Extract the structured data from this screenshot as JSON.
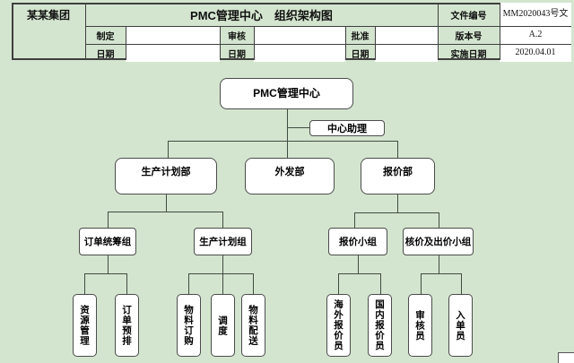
{
  "colors": {
    "background": "#d4e5cf",
    "box_fill": "#ffffff",
    "grid_line": "#3f3f3f",
    "connector_line": "#424c42"
  },
  "header": {
    "company": "某某集团",
    "title": "PMC管理中心　组织架构图",
    "made_label": "制定",
    "review_label": "审核",
    "approve_label": "批准",
    "date_label_1": "日期",
    "date_label_2": "日期",
    "date_label_3": "日期",
    "doc_no_label": "文件编号",
    "doc_no_value": "MM2020043号文",
    "version_label": "版本号",
    "version_value": "A.2",
    "impl_date_label": "实施日期",
    "impl_date_value": "2020.04.01"
  },
  "org_chart": {
    "root": {
      "label": "PMC管理中心"
    },
    "assistant": {
      "label": "中心助理"
    },
    "departments": [
      {
        "label": "生产计划部",
        "teams": [
          {
            "label": "订单统筹组",
            "roles": [
              {
                "label": "资源管理"
              },
              {
                "label": "订单预排"
              }
            ]
          },
          {
            "label": "生产计划组",
            "roles": [
              {
                "label": "物料订购"
              },
              {
                "label": "调度"
              },
              {
                "label": "物料配送"
              }
            ]
          }
        ]
      },
      {
        "label": "外发部",
        "teams": []
      },
      {
        "label": "报价部",
        "teams": [
          {
            "label": "报价小组",
            "roles": [
              {
                "label": "海外报价员"
              },
              {
                "label": "国内报价员"
              }
            ]
          },
          {
            "label": "核价及出价小组",
            "roles": [
              {
                "label": "审核员"
              },
              {
                "label": "入单员"
              }
            ]
          }
        ]
      }
    ]
  }
}
